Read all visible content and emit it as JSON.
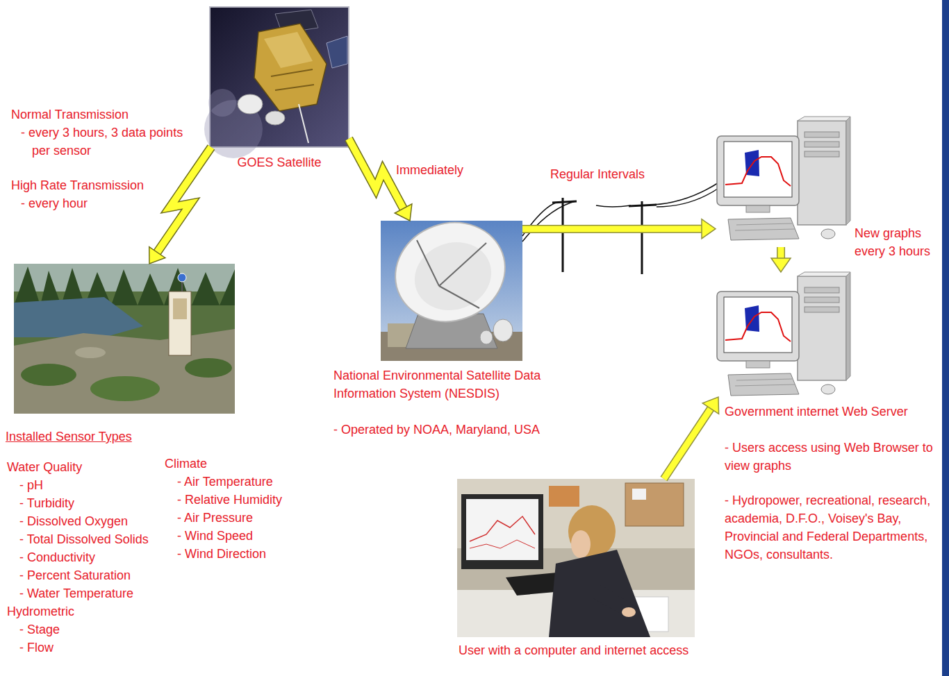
{
  "diagram": {
    "nodes": [
      {
        "text": [
          "GOES Satellite"
        ]
      },
      {
        "text": [
          "Installed Sensor Types"
        ]
      },
      {
        "text": [
          "National Environmental Satellite Data Information System (NESDIS)",
          "- Operated by NOAA, Maryland, USA"
        ]
      },
      {
        "text": [
          "New graphs every 3 hours"
        ]
      },
      {
        "text": [
          "Government internet Web Server",
          "- Users access using Web Browser to view graphs",
          "- Hydropower, recreational, research, academia, D.F.O., Voisey's Bay, Provincial and Federal Departments, NGOs, consultants."
        ]
      },
      {
        "text": [
          "User with a computer and internet access"
        ]
      }
    ],
    "edges": [
      {
        "from": 0,
        "to": 1,
        "arrow": "to"
      },
      {
        "from": 0,
        "to": 2,
        "label": "Immediately",
        "arrow": "to"
      },
      {
        "from": 2,
        "to": 3,
        "label": "Regular Intervals",
        "arrow": "to"
      },
      {
        "from": 3,
        "to": 4,
        "arrow": "to"
      },
      {
        "from": 5,
        "to": 4,
        "arrow": "to"
      }
    ],
    "labels": [
      "Normal Transmission",
      "- every 3 hours, 3 data points per sensor",
      "High Rate Transmission",
      "- every hour",
      "Water Quality",
      "- pH",
      "- Turbidity",
      "- Dissolved Oxygen",
      "- Total Dissolved Solids",
      "- Conductivity",
      "- Percent Saturation",
      "- Water Temperature",
      "Hydrometric",
      "- Stage",
      "- Flow",
      "Climate",
      "- Air Temperature",
      "- Relative Humidity",
      "- Air Pressure",
      "- Wind Speed",
      "- Wind Direction"
    ]
  }
}
